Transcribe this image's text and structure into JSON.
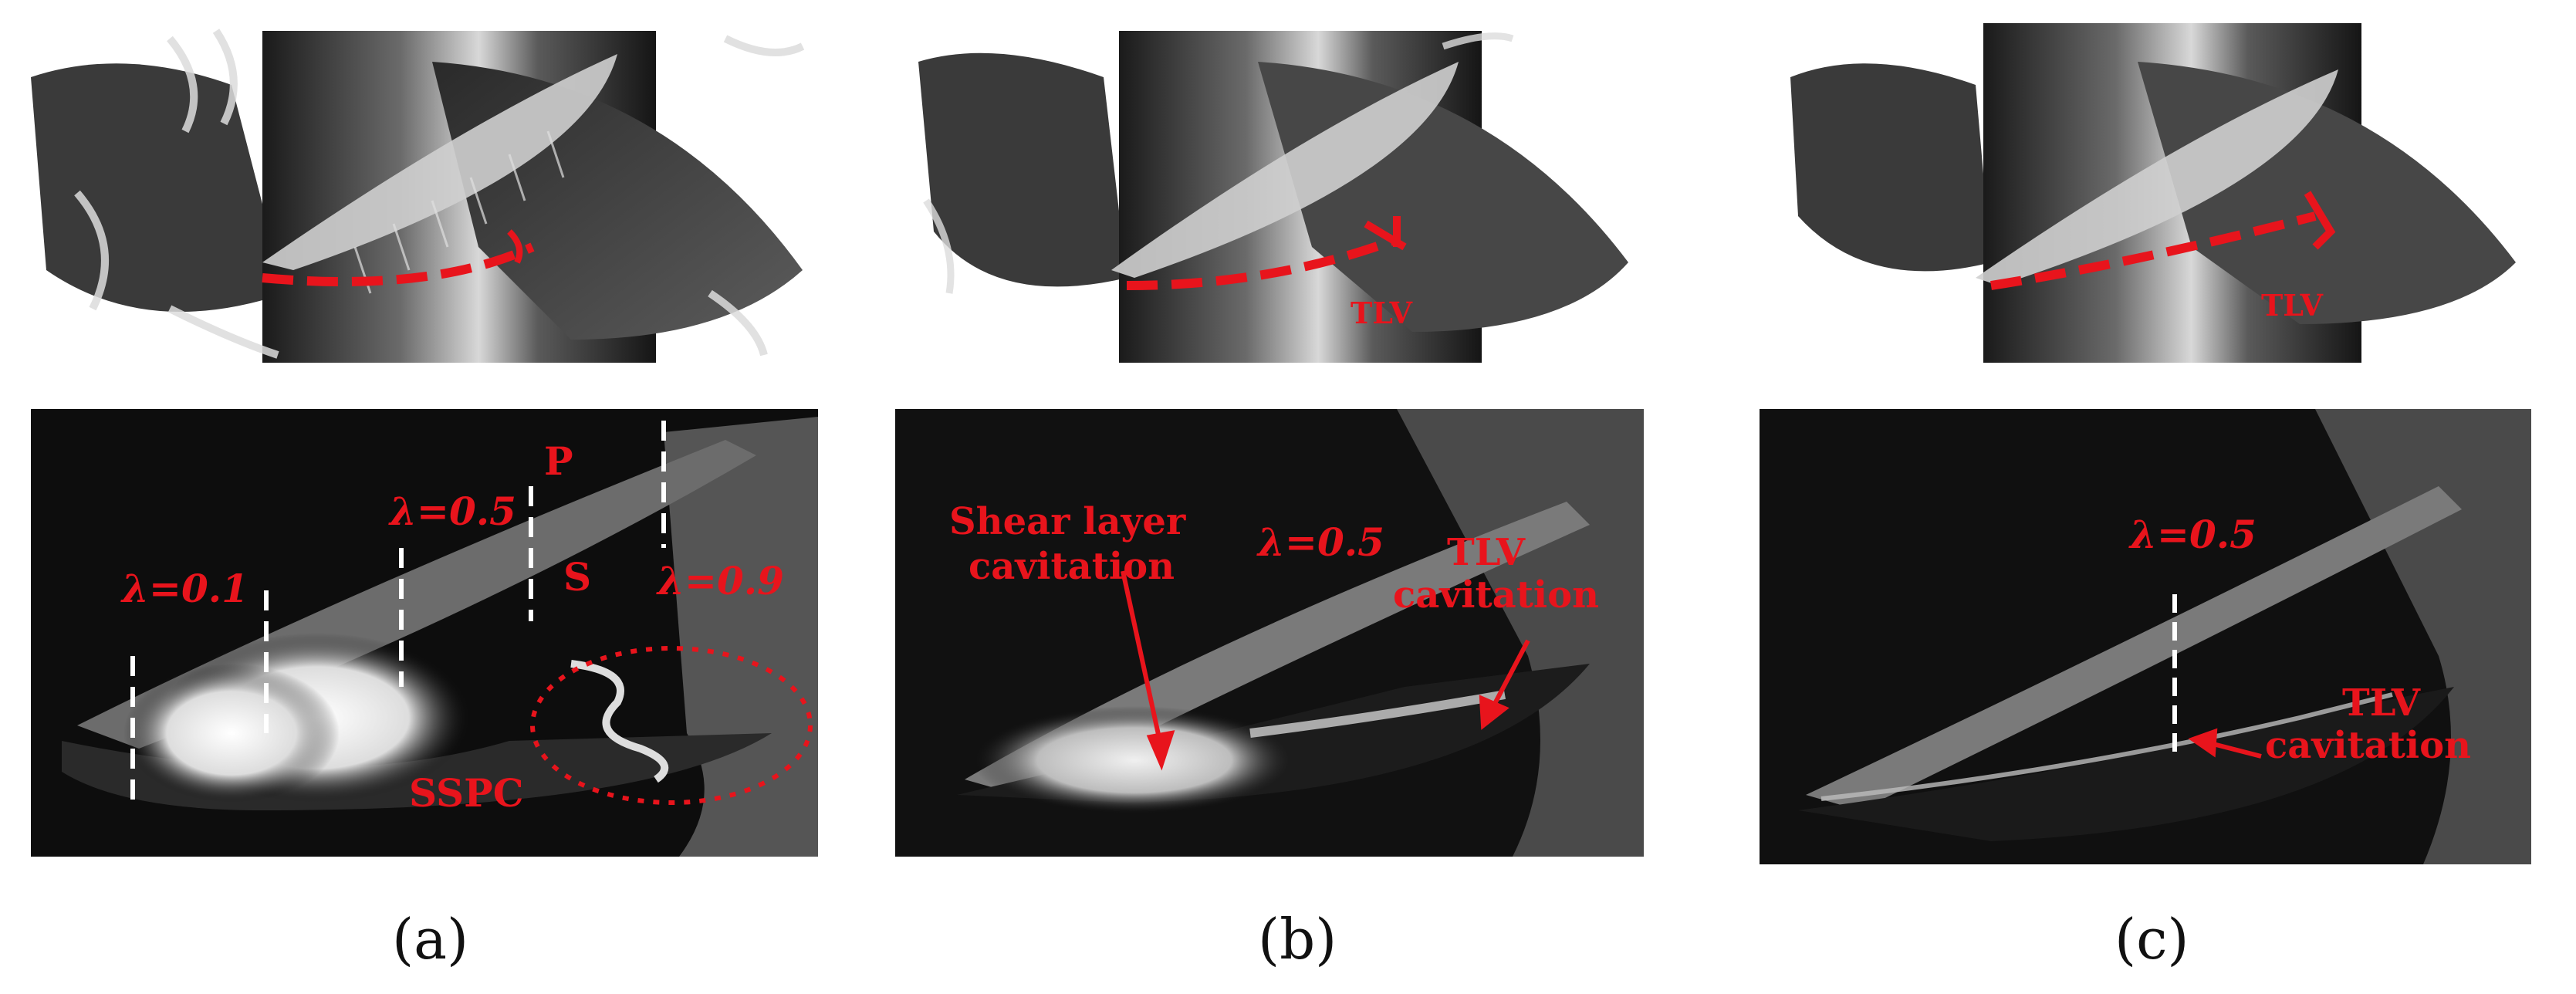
{
  "colors": {
    "annotation": "#e8141c",
    "guide": "#ffffff",
    "ellipse": "#e8141c"
  },
  "panel_a": {
    "caption": "(a)",
    "labels": {
      "lambda_01": "λ=0.1",
      "lambda_05": "λ=0.5",
      "lambda_09": "λ=0.9",
      "p": "P",
      "s": "S",
      "sspc": "SSPC"
    }
  },
  "panel_b": {
    "caption": "(b)",
    "labels": {
      "tlv_top": "TLV",
      "shear_line1": "Shear layer",
      "shear_line2": "cavitation",
      "lambda_05": "λ=0.5",
      "tlv_line1": "TLV",
      "tlv_line2": "cavitation"
    }
  },
  "panel_c": {
    "caption": "(c)",
    "labels": {
      "tlv_top": "TLV",
      "lambda_05": "λ=0.5",
      "tlv_line1": "TLV",
      "tlv_line2": "cavitation"
    }
  }
}
